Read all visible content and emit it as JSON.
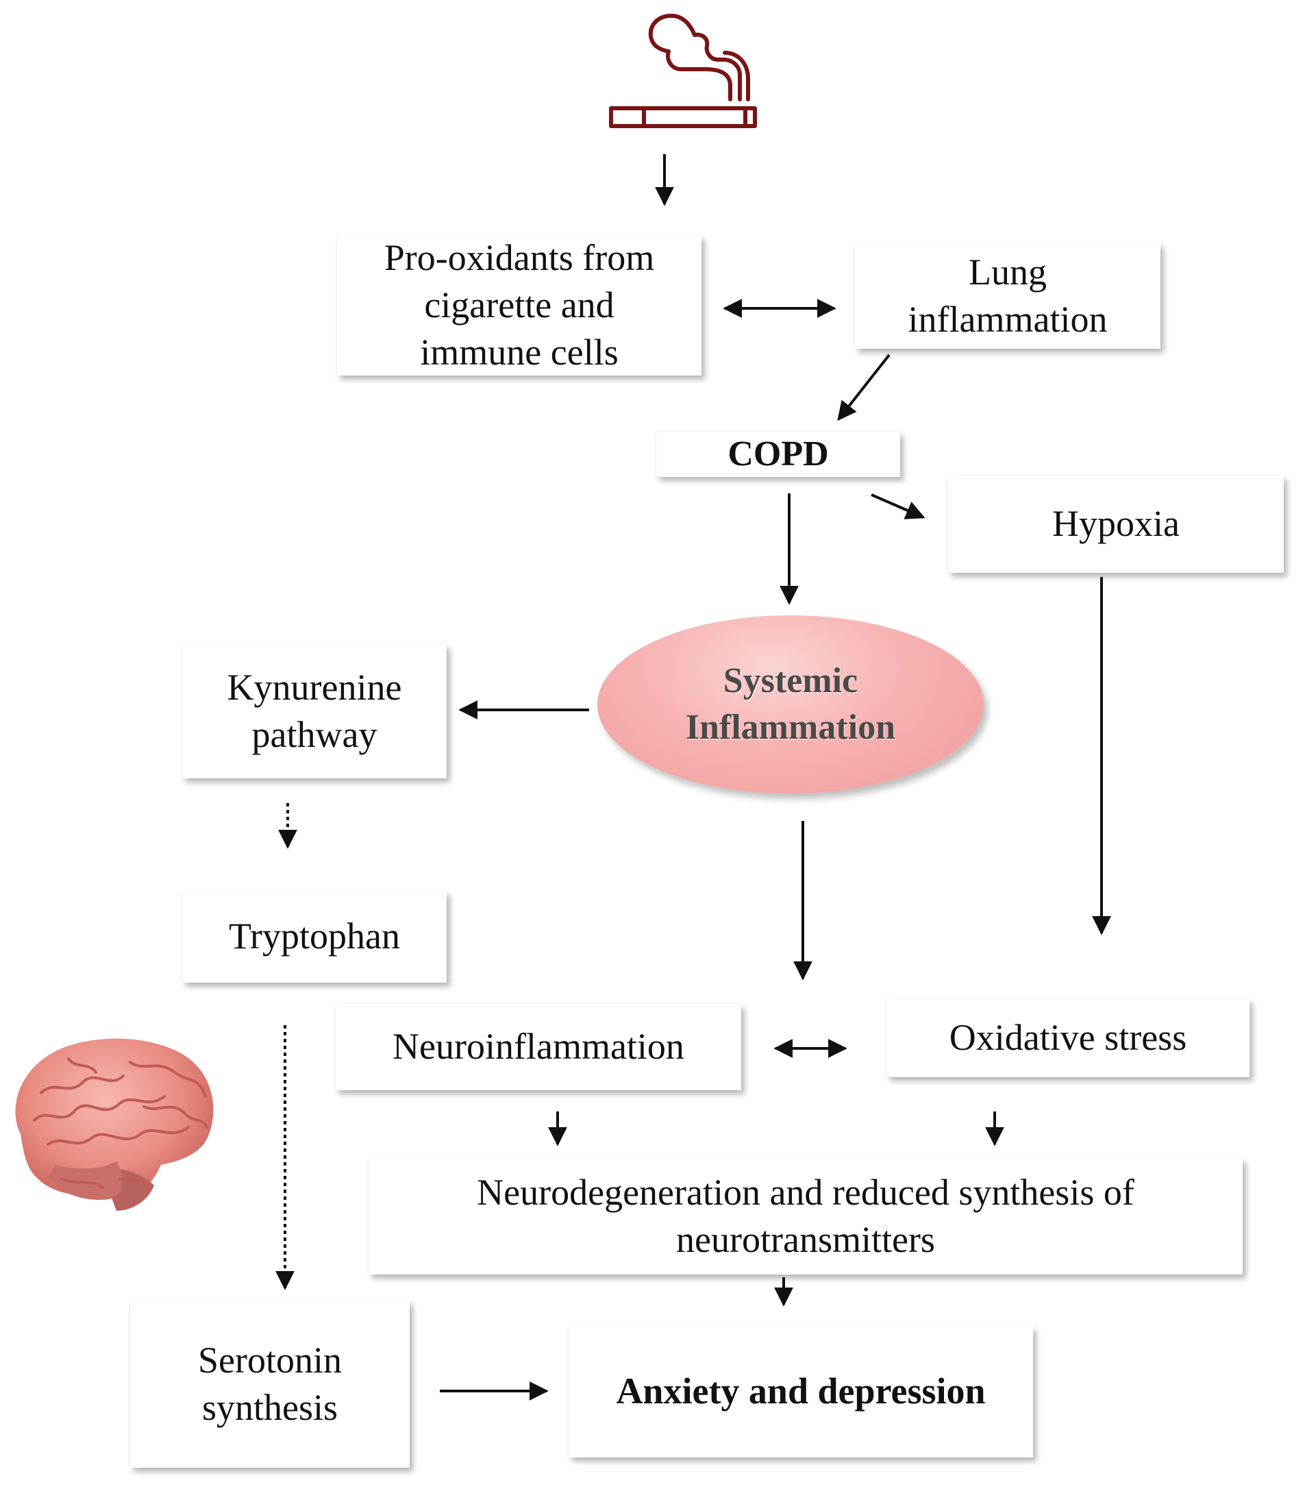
{
  "nodes": {
    "prooxidants": "Pro-oxidants from cigarette and immune cells",
    "lung": "Lung inflammation",
    "copd": "COPD",
    "hypoxia": "Hypoxia",
    "systemic": "Systemic Inflammation",
    "kynurenine": "Kynurenine pathway",
    "tryptophan": "Tryptophan",
    "neuroinflammation": "Neuroinflammation",
    "oxidative": "Oxidative stress",
    "neurodegeneration": "Neurodegeneration and reduced synthesis of neurotransmitters",
    "serotonin": "Serotonin synthesis",
    "anxiety": "Anxiety and depression"
  },
  "icons": {
    "cigarette": "cigarette-icon",
    "brain": "brain-image"
  },
  "colors": {
    "cigarette": "#7a1414",
    "ellipse": "#f7b2b2",
    "ellipse_text": "#4a4a4a"
  }
}
